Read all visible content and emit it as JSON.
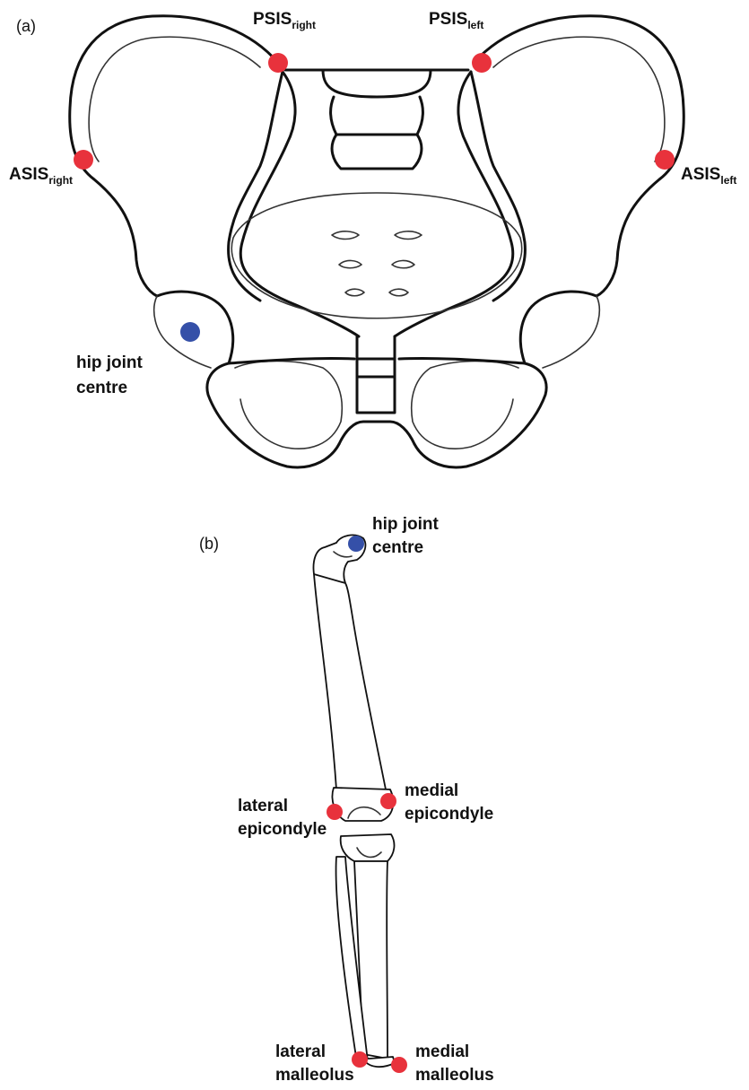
{
  "panels": {
    "a": "(a)",
    "b": "(b)"
  },
  "landmarks": {
    "psis_right": {
      "main": "PSIS",
      "sub": "right"
    },
    "psis_left": {
      "main": "PSIS",
      "sub": "left"
    },
    "asis_right": {
      "main": "ASIS",
      "sub": "right"
    },
    "asis_left": {
      "main": "ASIS",
      "sub": "left"
    },
    "hip_pelvis": [
      "hip joint",
      "centre"
    ],
    "hip_femur": [
      "hip joint",
      "centre"
    ],
    "lateral_epicondyle": [
      "lateral",
      "epicondyle"
    ],
    "medial_epicondyle": [
      "medial",
      "epicondyle"
    ],
    "lateral_malleolus": [
      "lateral",
      "malleolus"
    ],
    "medial_malleolus": [
      "medial",
      "malleolus"
    ]
  },
  "colors": {
    "bony_marker": "#e8323c",
    "joint_centre": "#3550a8",
    "outline": "#111111"
  }
}
